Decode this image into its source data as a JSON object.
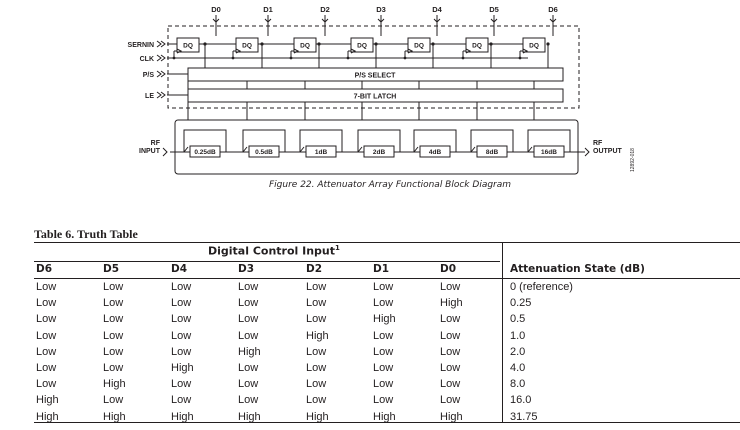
{
  "diagram": {
    "bit_labels": [
      "D0",
      "D1",
      "D2",
      "D3",
      "D4",
      "D5",
      "D6"
    ],
    "inputs": [
      "SERNIN",
      "CLK",
      "P/S",
      "LE"
    ],
    "ff_label": "DQ",
    "ps_select": "P/S SELECT",
    "latch": "7-BIT LATCH",
    "rf_in": [
      "RF",
      "INPUT"
    ],
    "rf_out": [
      "RF",
      "OUTPUT"
    ],
    "attenuators": [
      "0.25dB",
      "0.5dB",
      "1dB",
      "2dB",
      "4dB",
      "8dB",
      "16dB"
    ],
    "doc_code": "12892-018"
  },
  "figure_caption": "Figure 22. Attenuator Array Functional Block Diagram",
  "table": {
    "caption": "Table 6. Truth Table",
    "group_header": "Digital Control Input",
    "group_header_note": "1",
    "columns": [
      "D6",
      "D5",
      "D4",
      "D3",
      "D2",
      "D1",
      "D0",
      "Attenuation State (dB)"
    ],
    "rows": [
      [
        "Low",
        "Low",
        "Low",
        "Low",
        "Low",
        "Low",
        "Low",
        "0 (reference)"
      ],
      [
        "Low",
        "Low",
        "Low",
        "Low",
        "Low",
        "Low",
        "High",
        "0.25"
      ],
      [
        "Low",
        "Low",
        "Low",
        "Low",
        "Low",
        "High",
        "Low",
        "0.5"
      ],
      [
        "Low",
        "Low",
        "Low",
        "Low",
        "High",
        "Low",
        "Low",
        "1.0"
      ],
      [
        "Low",
        "Low",
        "Low",
        "High",
        "Low",
        "Low",
        "Low",
        "2.0"
      ],
      [
        "Low",
        "Low",
        "High",
        "Low",
        "Low",
        "Low",
        "Low",
        "4.0"
      ],
      [
        "Low",
        "High",
        "Low",
        "Low",
        "Low",
        "Low",
        "Low",
        "8.0"
      ],
      [
        "High",
        "Low",
        "Low",
        "Low",
        "Low",
        "Low",
        "Low",
        "16.0"
      ],
      [
        "High",
        "High",
        "High",
        "High",
        "High",
        "High",
        "High",
        "31.75"
      ]
    ]
  }
}
